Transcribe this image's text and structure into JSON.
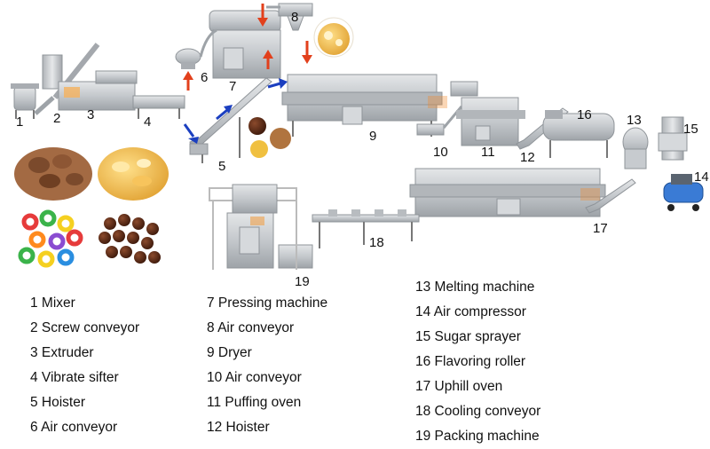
{
  "diagram": {
    "machine_numbers": [
      "1",
      "2",
      "3",
      "4",
      "5",
      "6",
      "7",
      "8",
      "9",
      "10",
      "11",
      "12",
      "13",
      "14",
      "15",
      "16",
      "17",
      "18",
      "19"
    ],
    "legend_col1": [
      "1 Mixer",
      "2 Screw conveyor",
      "3 Extruder",
      "4 Vibrate sifter",
      "5 Hoister",
      "6 Air conveyor"
    ],
    "legend_col2": [
      "7 Pressing machine",
      "8 Air conveyor",
      "9 Dryer",
      "10 Air conveyor",
      "11 Puffing oven",
      "12 Hoister"
    ],
    "legend_col3": [
      "13 Melting machine",
      "14 Air compressor",
      "15 Sugar sprayer",
      "16 Flavoring roller",
      "17 Uphill oven",
      "18 Cooling conveyor",
      "19 Packing machine"
    ],
    "colors": {
      "steel": "#c9ccd0",
      "steel_dark": "#8f9499",
      "arrow_red": "#e2401c",
      "arrow_blue": "#1b3fc0",
      "text": "#111111",
      "logo_orange": "#f08a2a"
    },
    "product_images": [
      "cocoa-shell-cereal",
      "corn-flakes",
      "fruit-loops",
      "chocolate-balls",
      "corn-flakes-bowl"
    ]
  }
}
